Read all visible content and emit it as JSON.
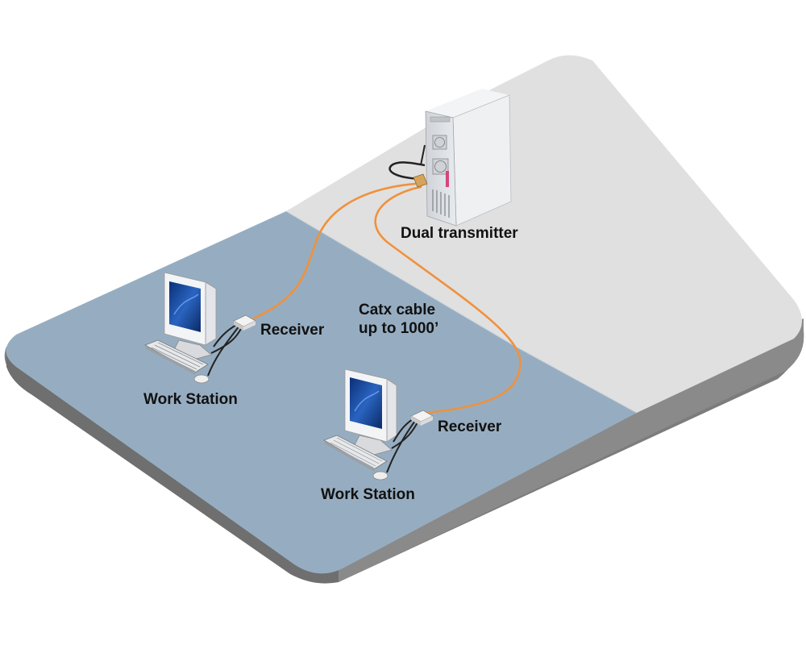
{
  "labels": {
    "transmitter": "Dual transmitter",
    "cable_line1": "Catx cable",
    "cable_line2": "up to 1000’",
    "receiver_1": "Receiver",
    "receiver_2": "Receiver",
    "workstation_1": "Work Station",
    "workstation_2": "Work Station"
  },
  "colors": {
    "floor_blue": "#96adc1",
    "floor_grey": "#e0e0e0",
    "floor_edge": "#7a7a7a",
    "cable": "#f0913c",
    "label_text": "#111111"
  }
}
